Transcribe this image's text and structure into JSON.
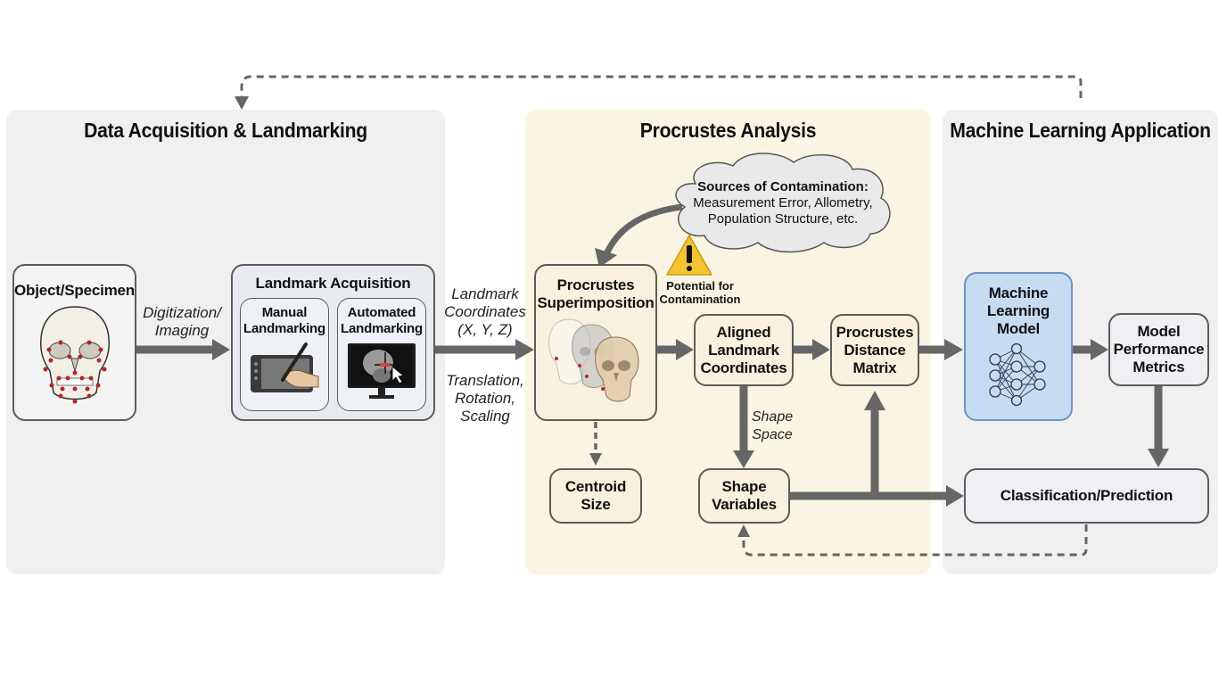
{
  "panels": {
    "acquisition": {
      "title": "Data Acquisition & Landmarking",
      "color": "#f0f0f0"
    },
    "procrustes": {
      "title": "Procrustes Analysis",
      "color": "#faf5e3"
    },
    "ml": {
      "title": "Machine Learning Application",
      "color": "#f0f0f0"
    }
  },
  "nodes": {
    "object_specimen": "Object/Specimen",
    "landmark_acquisition": "Landmark Acquisition",
    "manual_landmarking": [
      "Manual",
      "Landmarking"
    ],
    "automated_landmarking": [
      "Automated",
      "Landmarking"
    ],
    "procrustes_superimposition": [
      "Procrustes",
      "Superimposition"
    ],
    "aligned_coordinates": [
      "Aligned",
      "Landmark",
      "Coordinates"
    ],
    "distance_matrix": [
      "Procrustes",
      "Distance",
      "Matrix"
    ],
    "centroid_size": [
      "Centroid",
      "Size"
    ],
    "shape_variables": [
      "Shape",
      "Variables"
    ],
    "ml_model": [
      "Machine",
      "Learning",
      "Model"
    ],
    "performance_metrics": [
      "Model",
      "Performance",
      "Metrics"
    ],
    "classification": "Classification/Prediction"
  },
  "edge_labels": {
    "digitization": [
      "Digitization/",
      "Imaging"
    ],
    "landmark_coords": [
      "Landmark",
      "Coordinates",
      "(X, Y, Z)"
    ],
    "transform": [
      "Translation,",
      "Rotation,",
      "Scaling"
    ],
    "shape_space": [
      "Shape",
      "Space"
    ]
  },
  "callouts": {
    "contamination_title": "Sources of Contamination:",
    "contamination_lines": [
      "Measurement Error, Allometry,",
      "Population Structure, etc."
    ],
    "warning": [
      "Potential for",
      "Contamination"
    ]
  },
  "colors": {
    "arrow": "#666666",
    "landmark_dot": "#b0282a",
    "warning": "#f4c430",
    "ml_box": "#c6dcf3"
  }
}
